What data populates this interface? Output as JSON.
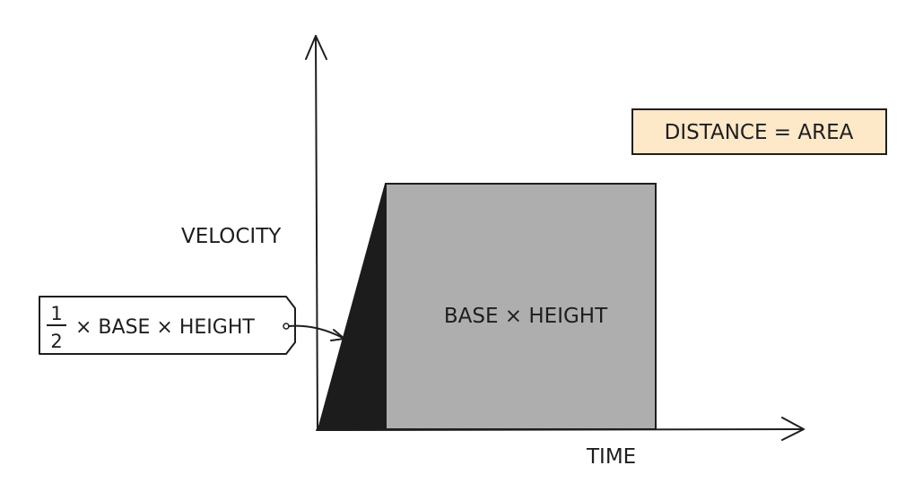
{
  "axes": {
    "y_label": "VELOCITY",
    "x_label": "TIME"
  },
  "regions": {
    "rectangle_label": "BASE × HEIGHT",
    "triangle_callout": {
      "fraction_numerator": "1",
      "fraction_denominator": "2",
      "formula": "× BASE × HEIGHT"
    }
  },
  "info_box": {
    "text": "DISTANCE = AREA",
    "fill_color": "#fde8c8"
  },
  "colors": {
    "rectangle": "#aeaeae",
    "triangle": "#1c1c1c",
    "ink": "#1e1e1e"
  }
}
